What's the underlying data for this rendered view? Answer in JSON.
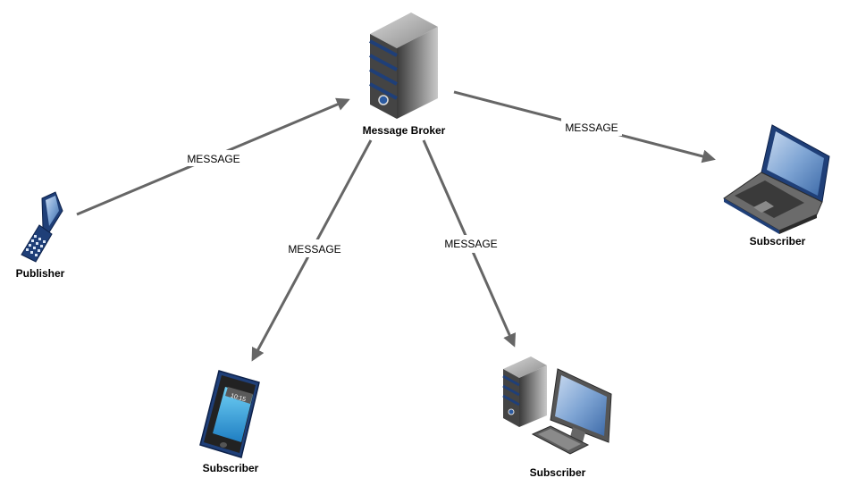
{
  "diagram": {
    "nodes": {
      "broker": {
        "label": "Message Broker",
        "icon": "server-icon"
      },
      "publisher": {
        "label": "Publisher",
        "icon": "flip-phone-icon"
      },
      "sub_laptop": {
        "label": "Subscriber",
        "icon": "laptop-icon"
      },
      "sub_smartphone": {
        "label": "Subscriber",
        "icon": "smartphone-icon"
      },
      "sub_desktop": {
        "label": "Subscriber",
        "icon": "desktop-computer-icon"
      }
    },
    "edges": [
      {
        "from": "Publisher",
        "to": "Message Broker",
        "label": "MESSAGE"
      },
      {
        "from": "Message Broker",
        "to": "Subscriber",
        "label": "MESSAGE"
      },
      {
        "from": "Message Broker",
        "to": "Subscriber",
        "label": "MESSAGE"
      },
      {
        "from": "Message Broker",
        "to": "Subscriber",
        "label": "MESSAGE"
      }
    ],
    "colors": {
      "edge": "#666666",
      "accent_blue": "#1f3f78",
      "device_gray": "#555555"
    }
  }
}
